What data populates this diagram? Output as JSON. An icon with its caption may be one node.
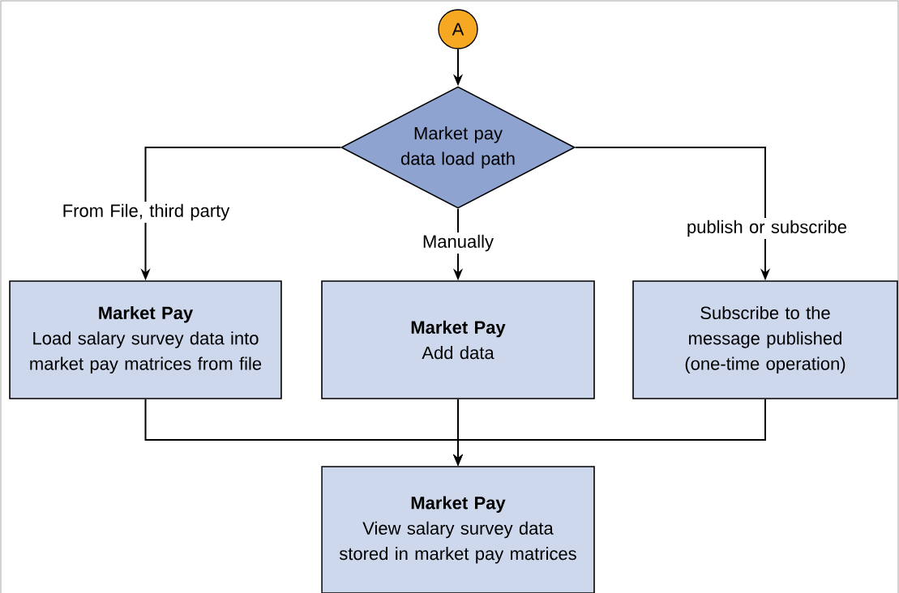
{
  "diagram": {
    "nodes": [
      {
        "text": [
          "A"
        ]
      },
      {
        "text": [
          "Market pay data load path"
        ]
      },
      {
        "text": [
          "Market Pay",
          "Load salary survey data into market pay matrices from file"
        ]
      },
      {
        "text": [
          "Market Pay",
          "Add data"
        ]
      },
      {
        "text": [
          "Subscribe to the message published (one-time operation)"
        ]
      },
      {
        "text": [
          "Market Pay",
          "View salary survey data stored in market pay matrices"
        ]
      }
    ],
    "edges": [
      {
        "from": 0,
        "to": 1,
        "arrow": "to"
      },
      {
        "from": 1,
        "to": 2,
        "arrow": "to",
        "label": "From File, third party"
      },
      {
        "from": 1,
        "to": 3,
        "arrow": "to",
        "label": "Manually"
      },
      {
        "from": 1,
        "to": 4,
        "arrow": "to",
        "label": "publish or subscribe"
      },
      {
        "from": 2,
        "to": 5,
        "arrow": "to"
      },
      {
        "from": 3,
        "to": 5,
        "arrow": "to"
      },
      {
        "from": 4,
        "to": 5,
        "arrow": "to"
      }
    ]
  }
}
